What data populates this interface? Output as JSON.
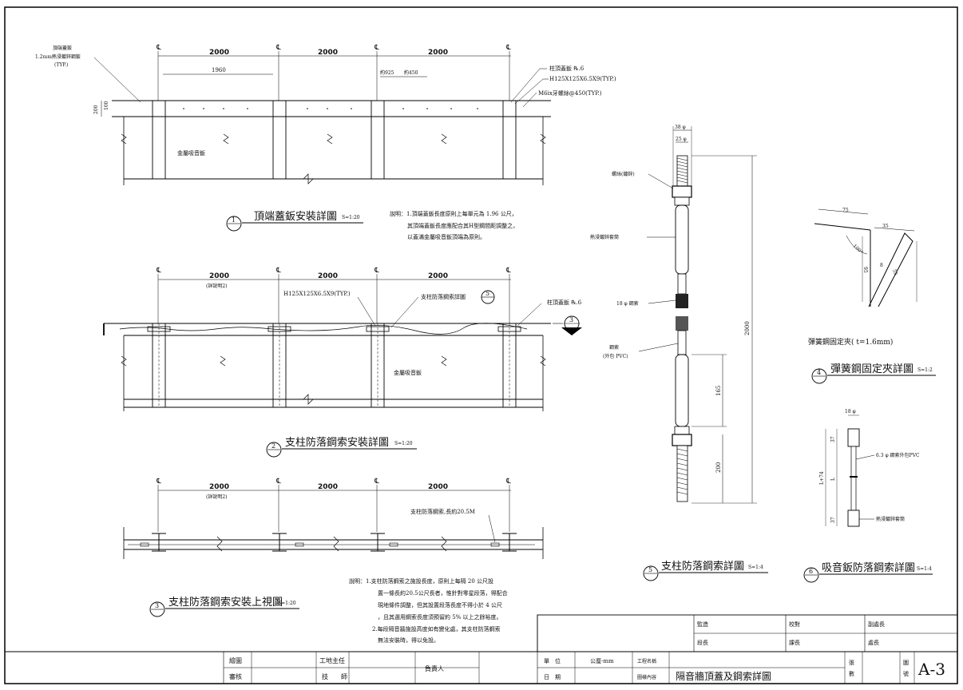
{
  "title_block": {
    "project_content": "隔音牆頂蓋及鋼索詳圖",
    "sheet_no": "A-3",
    "unit_label": "單　位",
    "unit_value": "公厘-mm",
    "date_label": "日　期",
    "project_name_label": "工程名稱",
    "content_label": "圖樣內容",
    "sheets_label": "張\n數",
    "sheet_no_label": "圖\n號",
    "draw_label": "繪圖",
    "review_label": "審核",
    "site_chief_label": "工地主任",
    "technician_label": "技　　師",
    "responsible_label": "負責人",
    "approval": [
      "監造",
      "校對",
      "副處長",
      "段長",
      "課長",
      "處長"
    ]
  },
  "views": {
    "v1": {
      "num": "1",
      "title": "頂端蓋鈑安裝詳圖",
      "scale": "S=1:20"
    },
    "v2": {
      "num": "2",
      "title": "支柱防落鋼索安裝詳圖",
      "scale": "S=1:20"
    },
    "v3": {
      "num": "3",
      "title": "支柱防落鋼索安裝上視圖",
      "scale": "S=1:20"
    },
    "v4": {
      "num": "4",
      "title": "彈簧鋼固定夾詳圖",
      "scale": "S=1:2",
      "subtitle": "彈簧鋼固定夾( t=1.6mm)"
    },
    "v5": {
      "num": "5",
      "title": "支柱防落鋼索詳圖",
      "scale": "S=1:4"
    },
    "v6": {
      "num": "6",
      "title": "吸音鈑防落鋼索詳圖",
      "scale": "S=1:4"
    }
  },
  "labels": {
    "cl": "℄",
    "dim_2000": "2000",
    "dim_1960": "1960",
    "dim_925": "約925",
    "dim_450": "約450",
    "dim_200": "200",
    "dim_100": "100",
    "top_cap_1": "頂端蓋鈑",
    "top_cap_2": "1.2mm熱浸鍍鋅鋼鈑",
    "typ": "(TYP.)",
    "post_plate": "柱頂蓋鈑 ℞.6",
    "h_beam": "H125X125X6.5X9(TYP.)",
    "bolt": "M6ⅸ牙螺絲@450(TYP.)",
    "panel": "金屬吸音鈑",
    "see_note2": "(詳說明2)",
    "cable_detail": "支柱防落鋼索詳圖",
    "post_plate2": "柱頂蓋鈑 ℞.6",
    "cable_len": "支柱防落鋼索,長約20.5M",
    "turnbuckle": "螺絲(鍍鋅)",
    "sleeve": "熱浸鍍鋅套筒",
    "cable18": "18 φ 鋼索",
    "cable_pvc_1": "鋼索",
    "cable_pvc_2": "(外包 PVC)",
    "d38": "38 φ",
    "d25": "25 φ",
    "d18": "18 φ",
    "len2000": "2000",
    "len165": "165",
    "len200": "200",
    "c75": "75",
    "c35": "35",
    "c100": "100°",
    "c95": "95",
    "c55": "55",
    "c8": "8",
    "v6_pvc": "6.3 φ 鋼索外包PVC",
    "v6_sleeve": "熱浸鍍鋅套筒",
    "v6_37a": "37",
    "v6_37b": "37",
    "v6_L": "L",
    "v6_L74": "L+74",
    "section_num": "3",
    "section_sub": "—"
  },
  "notes1": [
    "說明：1.頂端蓋鈑長度原則上每單元為 1.96 公尺，",
    "其頂端蓋鈑長度應配合其H型鋼間距調整之，",
    "以蓋滿金屬吸音鈑頂端為原則。"
  ],
  "notes2": [
    "說明：1.支柱防落鋼索之施設長度，原則上每隔 20 公尺設",
    "置一條長約20.5公尺長者，惟針對零星段落，得配合",
    "現地條件調整，但其設置段落長度不得小於 4 公尺",
    "，且其選用鋼索長度須預留約 5% 以上之餘裕度。",
    "2.每段隔音牆施設高度如有變化處，其支柱防落鋼索",
    "無法安裝時，得以免設。"
  ]
}
